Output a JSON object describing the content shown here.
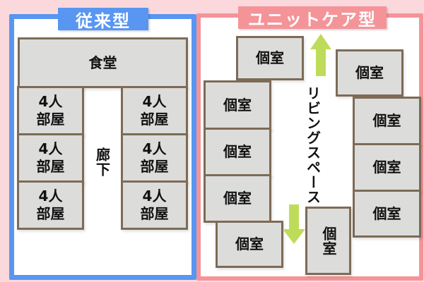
{
  "page": {
    "background_color": "#fbd8dc"
  },
  "conventional": {
    "title": "従来型",
    "accent_color": "#5896f2",
    "dining_label": "食堂",
    "corridor_label": "廊下",
    "rooms": [
      {
        "label": "4人\n部屋"
      },
      {
        "label": "4人\n部屋"
      },
      {
        "label": "4人\n部屋"
      },
      {
        "label": "4人\n部屋"
      },
      {
        "label": "4人\n部屋"
      },
      {
        "label": "4人\n部屋"
      }
    ]
  },
  "unit_care": {
    "title": "ユニットケア型",
    "accent_color": "#f49499",
    "living_space_label": "リビングスペース",
    "rooms": [
      {
        "label": "個室"
      },
      {
        "label": "個室"
      },
      {
        "label": "個室"
      },
      {
        "label": "個室"
      },
      {
        "label": "個室"
      },
      {
        "label": "個室"
      },
      {
        "label": "個室"
      },
      {
        "label": "個室"
      },
      {
        "label": "個室"
      },
      {
        "label": "個室"
      }
    ]
  },
  "room_style": {
    "fill_color": "#dcdcdb",
    "border_color": "#7d6b56"
  },
  "arrow_color": "#bedc5a"
}
